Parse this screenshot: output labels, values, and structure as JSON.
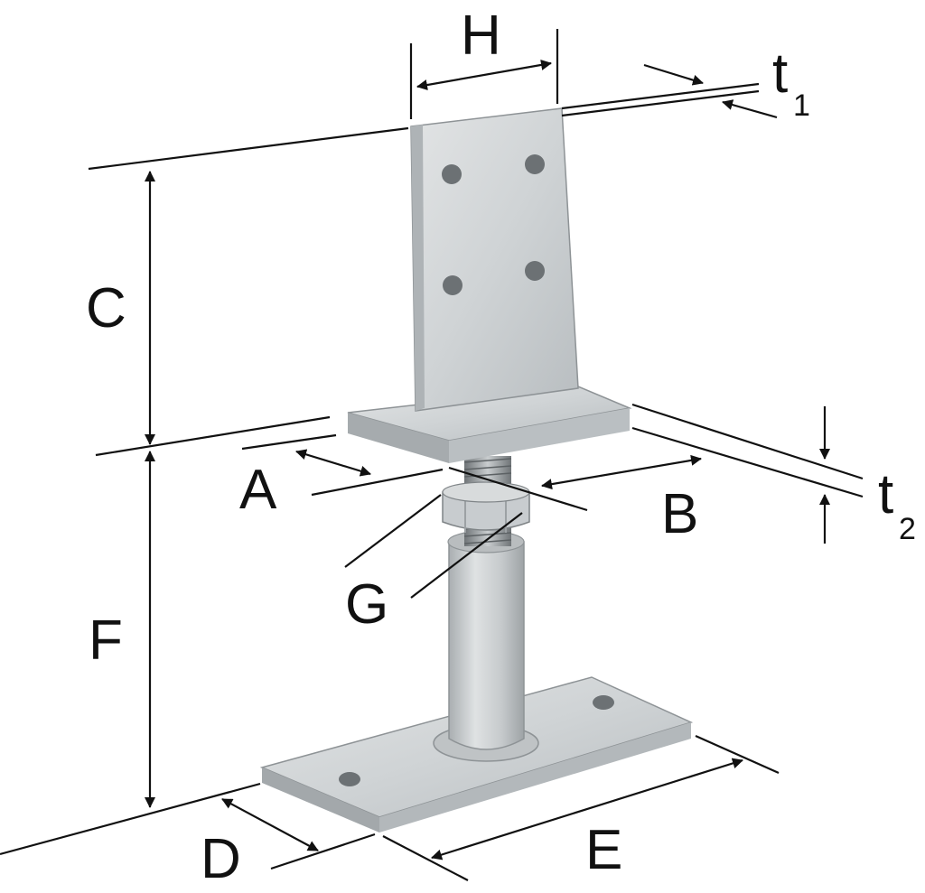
{
  "labels": {
    "H": "H",
    "t1": "t",
    "t1_sub": "1",
    "C": "C",
    "A": "A",
    "B": "B",
    "t2": "t",
    "t2_sub": "2",
    "G": "G",
    "F": "F",
    "D": "D",
    "E": "E"
  },
  "colors": {
    "ink": "#111111",
    "metal_light": "#d9dcdd",
    "metal_mid": "#c4c8ca",
    "metal_dark": "#9fa4a7",
    "hole": "#6c7174"
  }
}
